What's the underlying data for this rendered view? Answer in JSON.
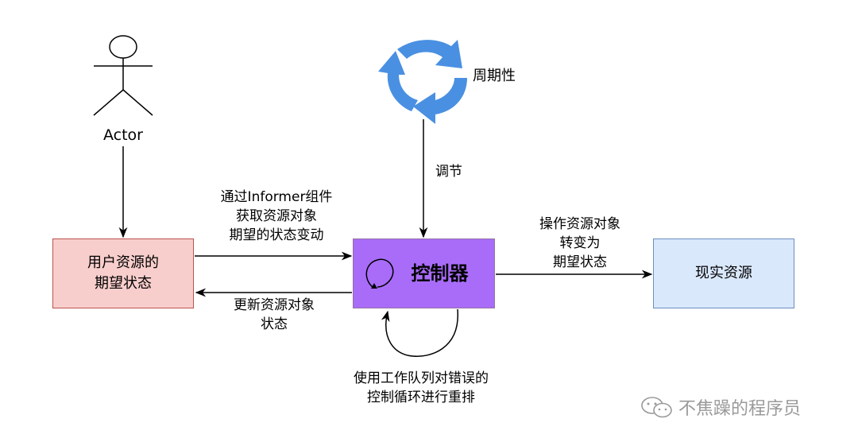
{
  "actor": {
    "label": "Actor"
  },
  "cycle": {
    "label": "周期性"
  },
  "edges": {
    "tune": "调节",
    "informer": "通过Informer组件\n获取资源对象\n期望的状态变动",
    "update": "更新资源对象\n状态",
    "operate": "操作资源对象\n转变为\n期望状态",
    "queue": "使用工作队列对错误的\n控制循环进行重排"
  },
  "nodes": {
    "desired": "用户资源的\n期望状态",
    "controller": "控制器",
    "real": "现实资源"
  },
  "watermark": {
    "text": "不焦躁的程序员"
  },
  "colors": {
    "desired_fill": "#f8cecc",
    "controller_fill": "#a86cf8",
    "real_fill": "#dae8fc",
    "cycle_arrows": "#4a90e2"
  }
}
